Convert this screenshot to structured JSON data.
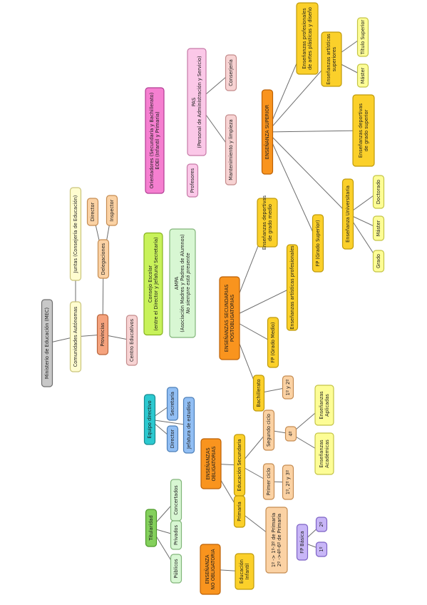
{
  "colors": {
    "gray": {
      "fill": "#c8c8c8",
      "stroke": "#6e6e6e"
    },
    "cream": {
      "fill": "#fffdd0",
      "stroke": "#c9c47a"
    },
    "peach": {
      "fill": "#fbd2a4",
      "stroke": "#c58c52"
    },
    "salmon": {
      "fill": "#f5a37e",
      "stroke": "#b9653c"
    },
    "pink": {
      "fill": "#f7d3d3",
      "stroke": "#c48b8b"
    },
    "lime": {
      "fill": "#c8f25a",
      "stroke": "#86b21e"
    },
    "mint": {
      "fill": "#d8f7d3",
      "stroke": "#82b57a"
    },
    "magenta": {
      "fill": "#f57fd0",
      "stroke": "#b23d93"
    },
    "lightpink": {
      "fill": "#fbc8e8",
      "stroke": "#c67aa7"
    },
    "orange": {
      "fill": "#f9941e",
      "stroke": "#bd6206"
    },
    "gold": {
      "fill": "#fbd02a",
      "stroke": "#bf9a0a"
    },
    "yellow": {
      "fill": "#fdfd96",
      "stroke": "#c4c446"
    },
    "teal": {
      "fill": "#2cc9d0",
      "stroke": "#168a90"
    },
    "blue": {
      "fill": "#92bff4",
      "stroke": "#4d7fb8"
    },
    "green": {
      "fill": "#84d05c",
      "stroke": "#4e9a2a"
    },
    "purple": {
      "fill": "#c8b6f7",
      "stroke": "#7c62c4"
    }
  },
  "nodes": {
    "ministerio": {
      "lines": [
        "Ministerio de Educación (MEC)"
      ],
      "color": "gray"
    },
    "comunidades": {
      "lines": [
        "Comunidades Autónomas"
      ],
      "color": "cream"
    },
    "juntas": {
      "lines": [
        "Juntas (Consejería de Educación)"
      ],
      "color": "cream"
    },
    "provincias": {
      "lines": [
        "Provincias"
      ],
      "color": "salmon"
    },
    "delegaciones": {
      "lines": [
        "Delegaciones"
      ],
      "color": "peach"
    },
    "director_del": {
      "lines": [
        "Director"
      ],
      "color": "peach"
    },
    "inspector": {
      "lines": [
        "Inspector"
      ],
      "color": "peach"
    },
    "centro": {
      "lines": [
        "Centro Educativos"
      ],
      "color": "pink"
    },
    "consejo": {
      "lines": [
        "Consejo Escolar",
        "(entre el Director y Jefatura/ Secretaría)"
      ],
      "color": "lime"
    },
    "ampa": {
      "lines": [
        "AMPA",
        "(Asociación Madres y Padres de Alumnos)",
        "No siempre está presente"
      ],
      "italic_line": 2,
      "color": "mint"
    },
    "orientadores": {
      "lines": [
        "Orientadores (Secundaria y Bachillerato)",
        "EOEI (Infantil y Primaria)"
      ],
      "color": "magenta"
    },
    "pas": {
      "lines": [
        "PAS",
        "(Personal de Administración y Servicio)"
      ],
      "color": "lightpink"
    },
    "conserjeria": {
      "lines": [
        "Conserjería"
      ],
      "color": "pink"
    },
    "mantenimiento": {
      "lines": [
        "Mantenimiento y limpieza"
      ],
      "color": "pink"
    },
    "profesores": {
      "lines": [
        "Profesores"
      ],
      "color": "lightpink"
    },
    "sec_post": {
      "lines": [
        "ENSEÑANZAS SECUNDARIAS",
        "POSTOBLIGATORIAS"
      ],
      "color": "orange"
    },
    "ens_dep_medio": {
      "lines": [
        "Enseñanzas deportivas",
        "de grado medio"
      ],
      "color": "gold"
    },
    "ens_art_prof": {
      "lines": [
        "Enseñanzas artísticas profesionales"
      ],
      "color": "gold"
    },
    "fp_medio": {
      "lines": [
        "FP (Grado Medio)"
      ],
      "color": "gold"
    },
    "bachillerato": {
      "lines": [
        "Bachillerato"
      ],
      "color": "gold"
    },
    "bach_12": {
      "lines": [
        "1º y 2º"
      ],
      "color": "peach"
    },
    "ens_sup": {
      "lines": [
        "ENSEÑANZA SUPERIOR"
      ],
      "color": "orange"
    },
    "ens_prof_artes": {
      "lines": [
        "Enseñanzas profesionales",
        "de artes plásticas y diseño"
      ],
      "color": "gold"
    },
    "ens_art_sup": {
      "lines": [
        "Enseñanzas artísticas",
        "superiores"
      ],
      "color": "gold"
    },
    "titulo_sup": {
      "lines": [
        "Título Superior"
      ],
      "color": "yellow"
    },
    "master_art": {
      "lines": [
        "Máster"
      ],
      "color": "yellow"
    },
    "ens_dep_sup": {
      "lines": [
        "Enseñanzas deportivas",
        "de grado superior"
      ],
      "color": "gold"
    },
    "universitaria": {
      "lines": [
        "Enseñanza Universitaria"
      ],
      "color": "gold"
    },
    "doctorado": {
      "lines": [
        "Doctorado"
      ],
      "color": "yellow"
    },
    "master_uni": {
      "lines": [
        "Máster"
      ],
      "color": "yellow"
    },
    "grado": {
      "lines": [
        "Grado"
      ],
      "color": "yellow"
    },
    "fp_superior": {
      "lines": [
        "FP (Grado Superior)"
      ],
      "color": "gold"
    },
    "equipo": {
      "lines": [
        "Equipo directivo"
      ],
      "color": "teal"
    },
    "secretaria": {
      "lines": [
        "Secretaría"
      ],
      "color": "blue"
    },
    "director_eq": {
      "lines": [
        "Director"
      ],
      "color": "blue"
    },
    "jefatura": {
      "lines": [
        "Jefatura de estudios"
      ],
      "color": "blue"
    },
    "obligatorias": {
      "lines": [
        "ENSEÑANZAS",
        "OBLIGATORIAS"
      ],
      "color": "orange"
    },
    "ed_secundaria": {
      "lines": [
        "Educación Secundaria"
      ],
      "color": "gold"
    },
    "segundo_ciclo": {
      "lines": [
        "Segundo ciclo"
      ],
      "color": "peach"
    },
    "cuarto": {
      "lines": [
        "4º"
      ],
      "color": "peach"
    },
    "ens_aplicadas": {
      "lines": [
        "Enseñanzas",
        "Aplicadas"
      ],
      "color": "yellow"
    },
    "ens_academicas": {
      "lines": [
        "Enseñanzas",
        "Académicas"
      ],
      "color": "yellow"
    },
    "primer_ciclo": {
      "lines": [
        "Primer ciclo"
      ],
      "color": "peach"
    },
    "p123": {
      "lines": [
        "1º, 2º y 3º"
      ],
      "color": "peach"
    },
    "titularidad": {
      "lines": [
        "Titularidad"
      ],
      "color": "green"
    },
    "concertados": {
      "lines": [
        "Concertados"
      ],
      "color": "mint"
    },
    "privados": {
      "lines": [
        "Privados"
      ],
      "color": "mint"
    },
    "publicos": {
      "lines": [
        "Públicos"
      ],
      "color": "mint"
    },
    "primaria": {
      "lines": [
        "Primaria"
      ],
      "color": "gold"
    },
    "primaria_ciclos": {
      "lines": [
        "1º -> 1º-3º de Primaria",
        "2º ->4º-6º de Primaria"
      ],
      "color": "peach"
    },
    "fp_basica": {
      "lines": [
        "FP Básica"
      ],
      "color": "purple"
    },
    "fpb_2": {
      "lines": [
        "2º"
      ],
      "color": "purple"
    },
    "fpb_1": {
      "lines": [
        "1º"
      ],
      "color": "purple"
    },
    "no_obligatoria": {
      "lines": [
        "ENSEÑANZA",
        "NO OBLIGATORIA"
      ],
      "color": "orange"
    },
    "infantil": {
      "lines": [
        "Educación",
        "Infantil"
      ],
      "color": "gold"
    }
  },
  "edges": [
    [
      "ministerio",
      "comunidades"
    ],
    [
      "comunidades",
      "juntas"
    ],
    [
      "comunidades",
      "provincias"
    ],
    [
      "provincias",
      "delegaciones"
    ],
    [
      "delegaciones",
      "director_del"
    ],
    [
      "delegaciones",
      "inspector"
    ],
    [
      "provincias",
      "centro"
    ],
    [
      "pas",
      "conserjeria"
    ],
    [
      "pas",
      "mantenimiento"
    ],
    [
      "sec_post",
      "ens_dep_medio"
    ],
    [
      "sec_post",
      "ens_art_prof"
    ],
    [
      "sec_post",
      "fp_medio"
    ],
    [
      "sec_post",
      "bachillerato"
    ],
    [
      "bachillerato",
      "bach_12"
    ],
    [
      "ens_sup",
      "ens_prof_artes"
    ],
    [
      "ens_sup",
      "ens_art_sup"
    ],
    [
      "ens_sup",
      "ens_dep_sup"
    ],
    [
      "ens_sup",
      "universitaria"
    ],
    [
      "ens_sup",
      "fp_superior"
    ],
    [
      "ens_art_sup",
      "titulo_sup"
    ],
    [
      "ens_art_sup",
      "master_art"
    ],
    [
      "universitaria",
      "doctorado"
    ],
    [
      "universitaria",
      "master_uni"
    ],
    [
      "universitaria",
      "grado"
    ],
    [
      "equipo",
      "secretaria"
    ],
    [
      "equipo",
      "director_eq"
    ],
    [
      "equipo",
      "jefatura"
    ],
    [
      "obligatorias",
      "ed_secundaria"
    ],
    [
      "obligatorias",
      "primaria"
    ],
    [
      "ed_secundaria",
      "segundo_ciclo"
    ],
    [
      "ed_secundaria",
      "primer_ciclo"
    ],
    [
      "segundo_ciclo",
      "cuarto"
    ],
    [
      "cuarto",
      "ens_aplicadas"
    ],
    [
      "cuarto",
      "ens_academicas"
    ],
    [
      "primer_ciclo",
      "p123"
    ],
    [
      "primaria",
      "primaria_ciclos"
    ],
    [
      "fp_basica",
      "fpb_2"
    ],
    [
      "fp_basica",
      "fpb_1"
    ],
    [
      "titularidad",
      "concertados"
    ],
    [
      "titularidad",
      "privados"
    ],
    [
      "titularidad",
      "publicos"
    ],
    [
      "no_obligatoria",
      "infantil"
    ]
  ]
}
